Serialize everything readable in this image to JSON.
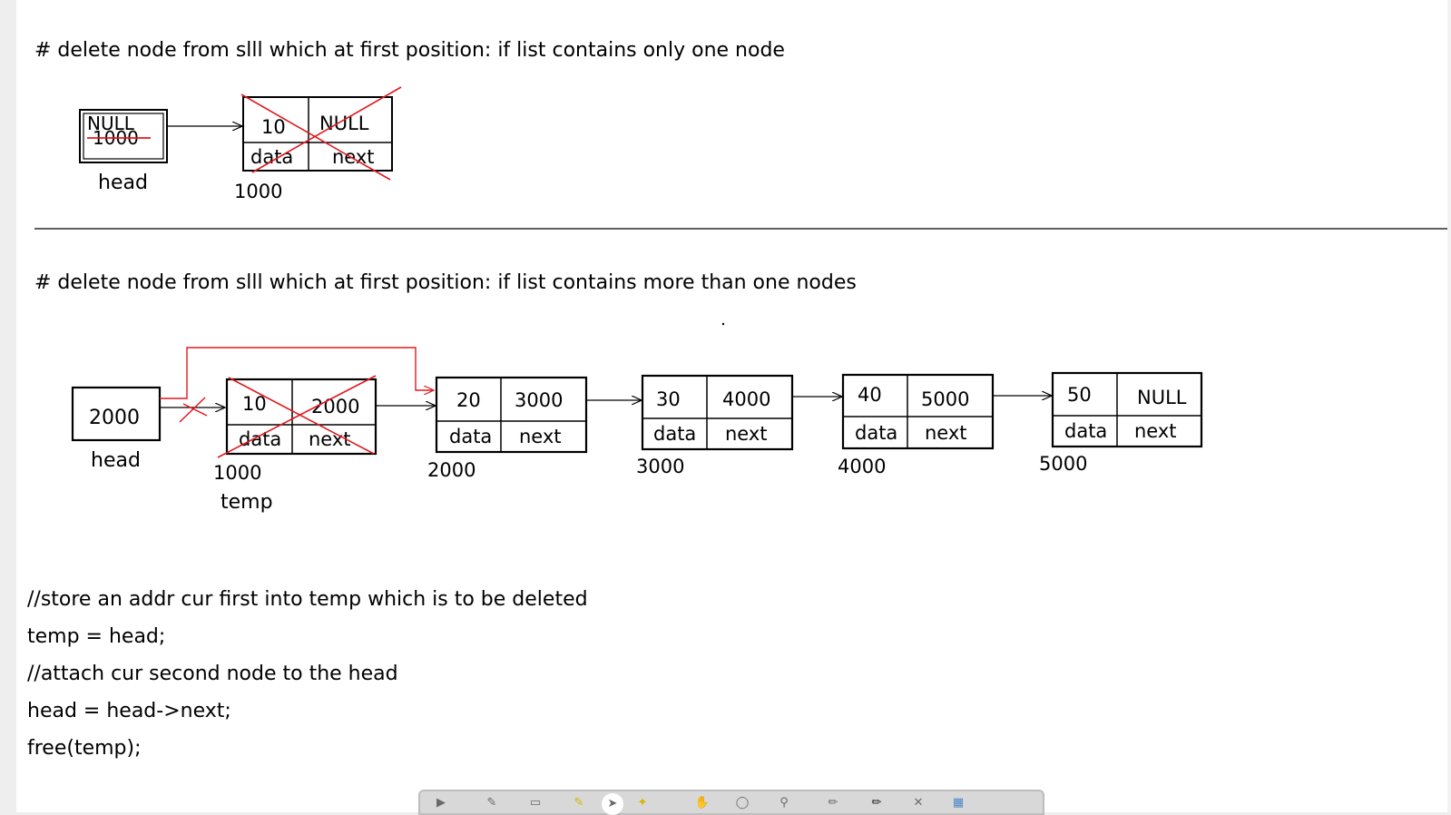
{
  "section1": {
    "heading": "# delete node from slll which at first position: if list contains only one node",
    "head_value_old": "1000",
    "head_value_new": "NULL",
    "head_label": "head",
    "node": {
      "data": "10",
      "next": "NULL",
      "data_label": "data",
      "next_label": "next",
      "address": "1000"
    }
  },
  "section2": {
    "heading": "# delete node from slll which at first position: if list contains more than one nodes",
    "head_value": "2000",
    "head_label": "head",
    "temp_label": "temp",
    "nodes": [
      {
        "data": "10",
        "next": "2000",
        "data_label": "data",
        "next_label": "next",
        "address": "1000"
      },
      {
        "data": "20",
        "next": "3000",
        "data_label": "data",
        "next_label": "next",
        "address": "2000"
      },
      {
        "data": "30",
        "next": "4000",
        "data_label": "data",
        "next_label": "next",
        "address": "3000"
      },
      {
        "data": "40",
        "next": "5000",
        "data_label": "data",
        "next_label": "next",
        "address": "4000"
      },
      {
        "data": "50",
        "next": "NULL",
        "data_label": "data",
        "next_label": "next",
        "address": "5000"
      }
    ]
  },
  "code": {
    "lines": [
      "//store an addr cur first into temp which is to be deleted",
      "temp = head;",
      "//attach cur second node to the head",
      "head = head->next;",
      "free(temp);"
    ]
  },
  "colors": {
    "ink": "#000000",
    "pen_red": "#e0191f",
    "toolbar": "#d8d8d8"
  },
  "toolbar": {
    "icons": [
      "select-icon",
      "pen-icon",
      "eraser-icon",
      "highlighter-icon",
      "cursor-icon",
      "laser-icon",
      "hand-icon",
      "zoom-icon",
      "search-icon",
      "marker-icon",
      "pencil-icon",
      "shape-icon",
      "grid-icon"
    ]
  }
}
